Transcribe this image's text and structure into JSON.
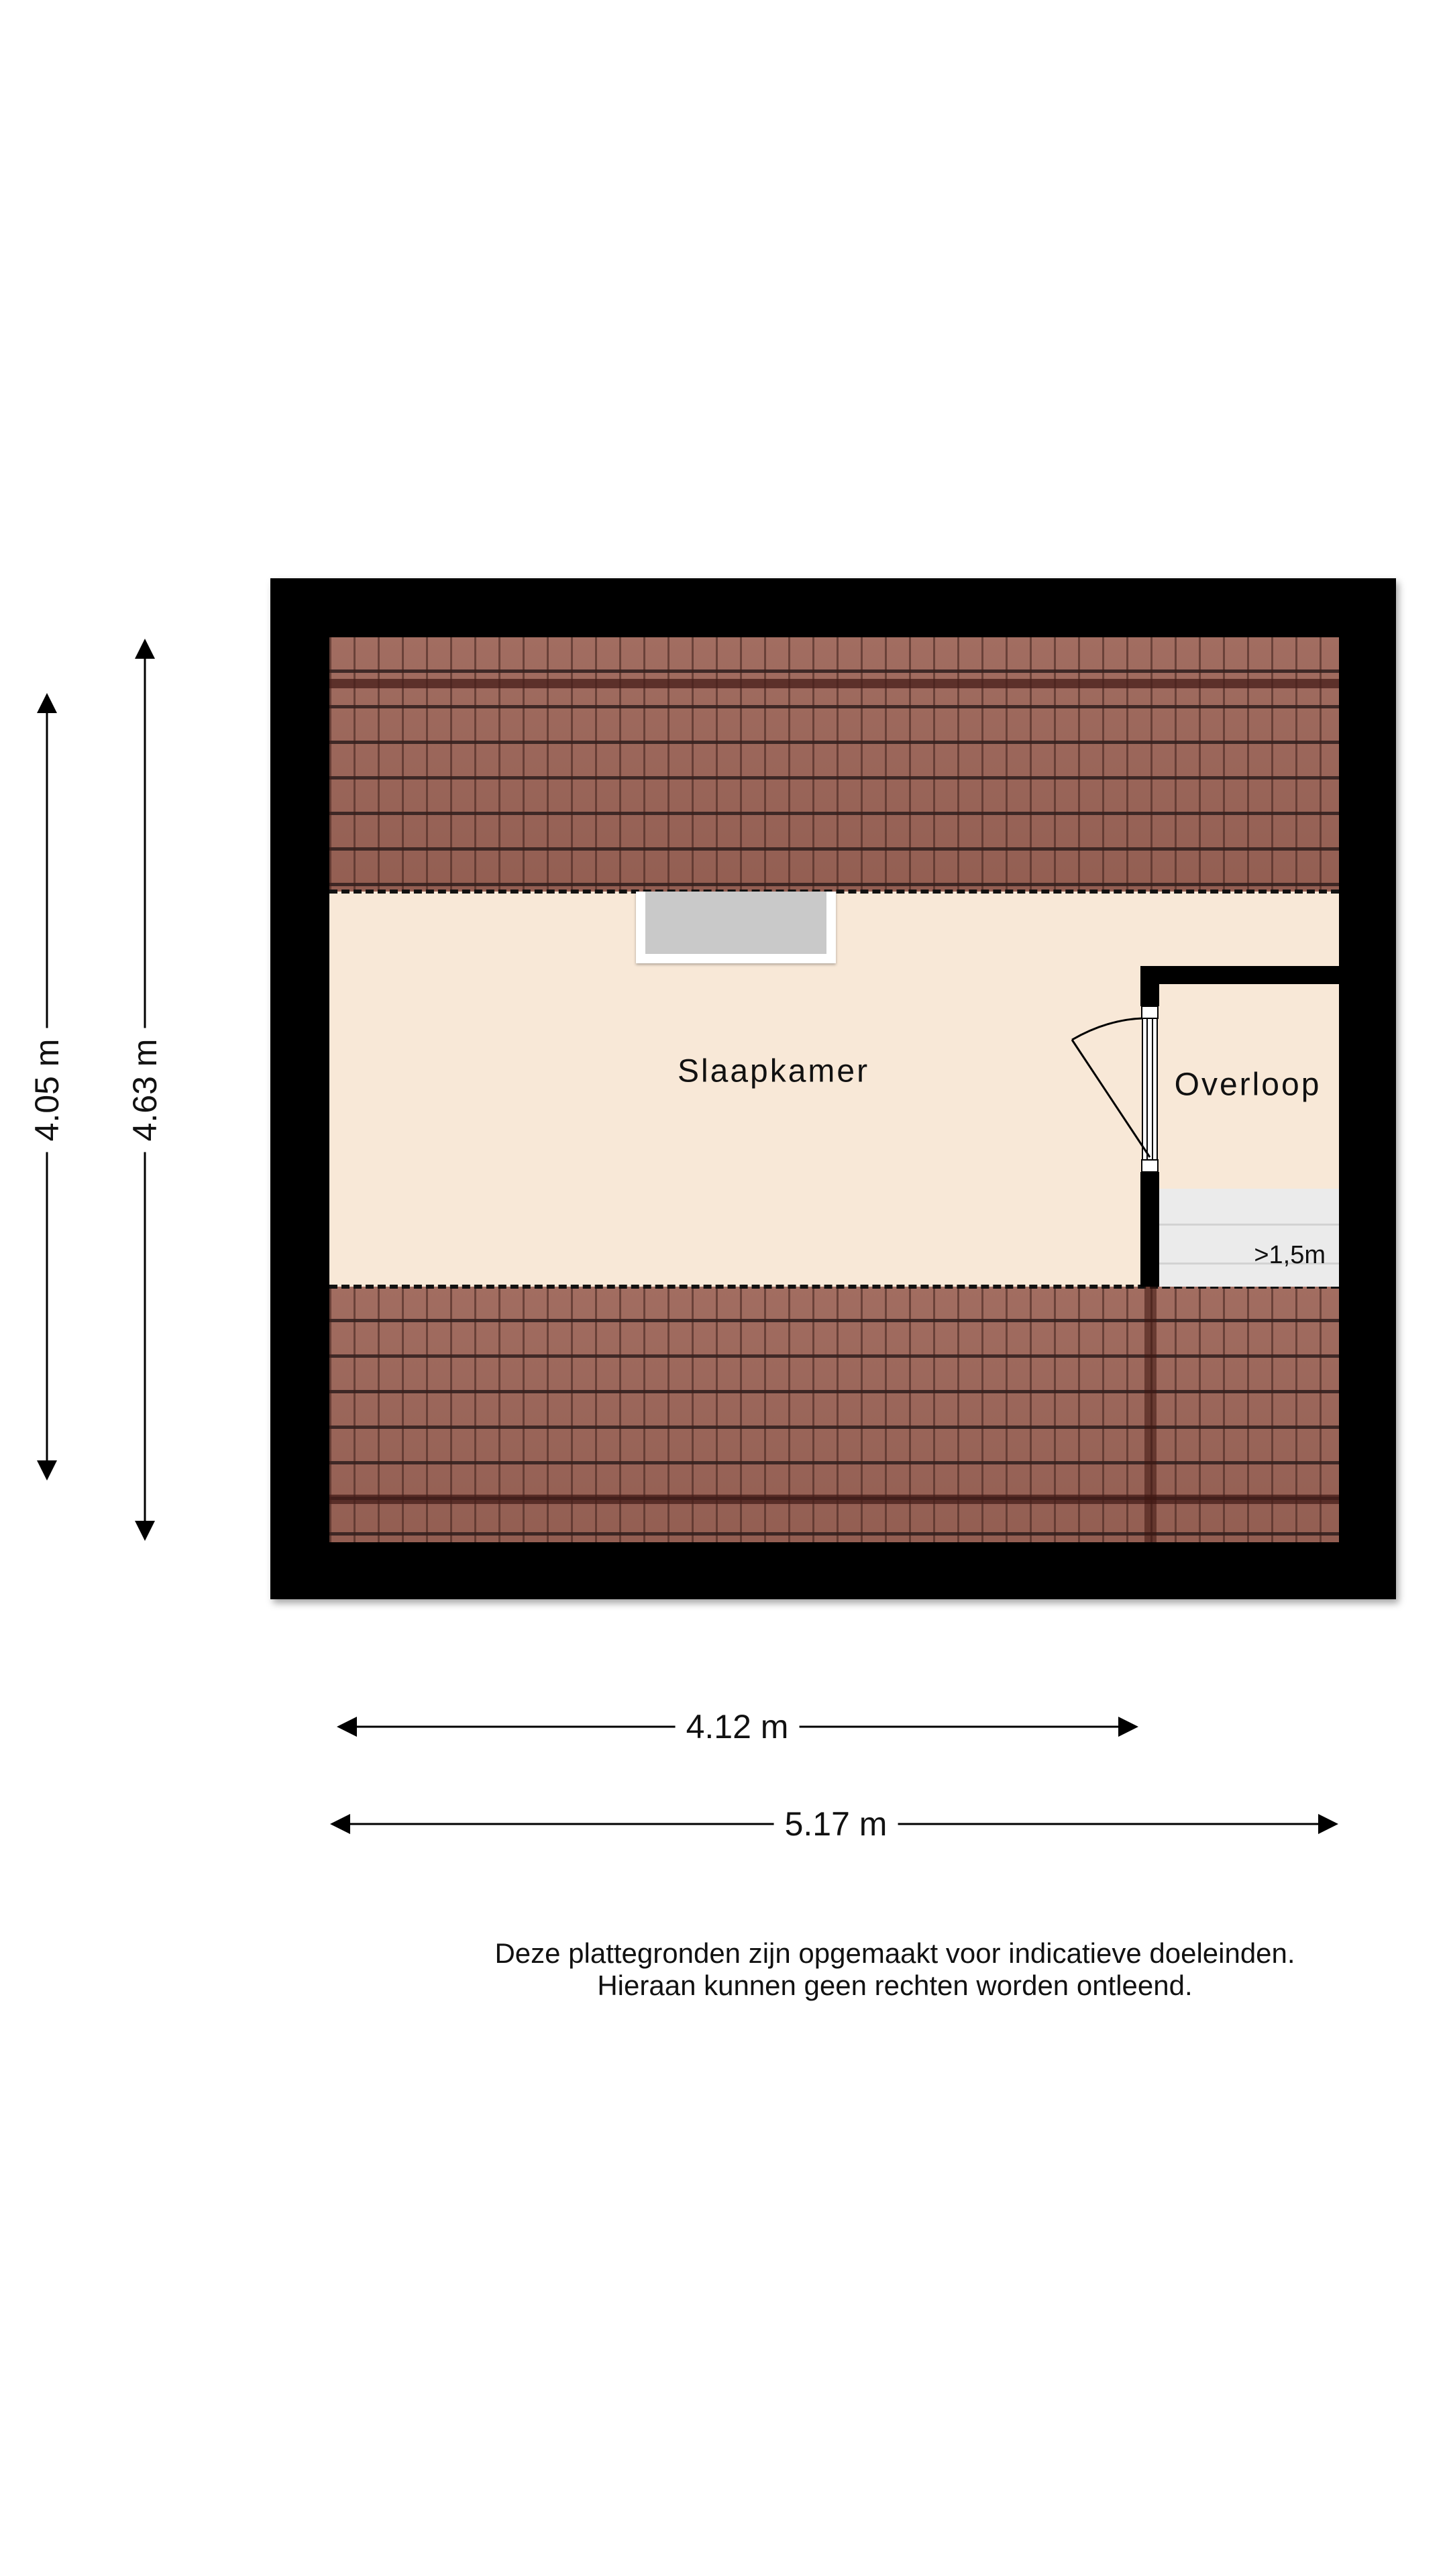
{
  "rooms": {
    "main": "Slaapkamer",
    "landing": "Overloop",
    "stair_note": ">1,5m"
  },
  "dimensions": {
    "height_inner": "4.05 m",
    "height_outer": "4.63 m",
    "width_inner": "4.12 m",
    "width_outer": "5.17 m"
  },
  "disclaimer": {
    "line1": "Deze plattegronden zijn opgemaakt voor indicatieve doeleinden.",
    "line2": "Hieraan kunnen geen rechten worden ontleend."
  },
  "colors": {
    "wall": "#000000",
    "floor": "#f8e8d7",
    "roof": "#9c6457"
  }
}
